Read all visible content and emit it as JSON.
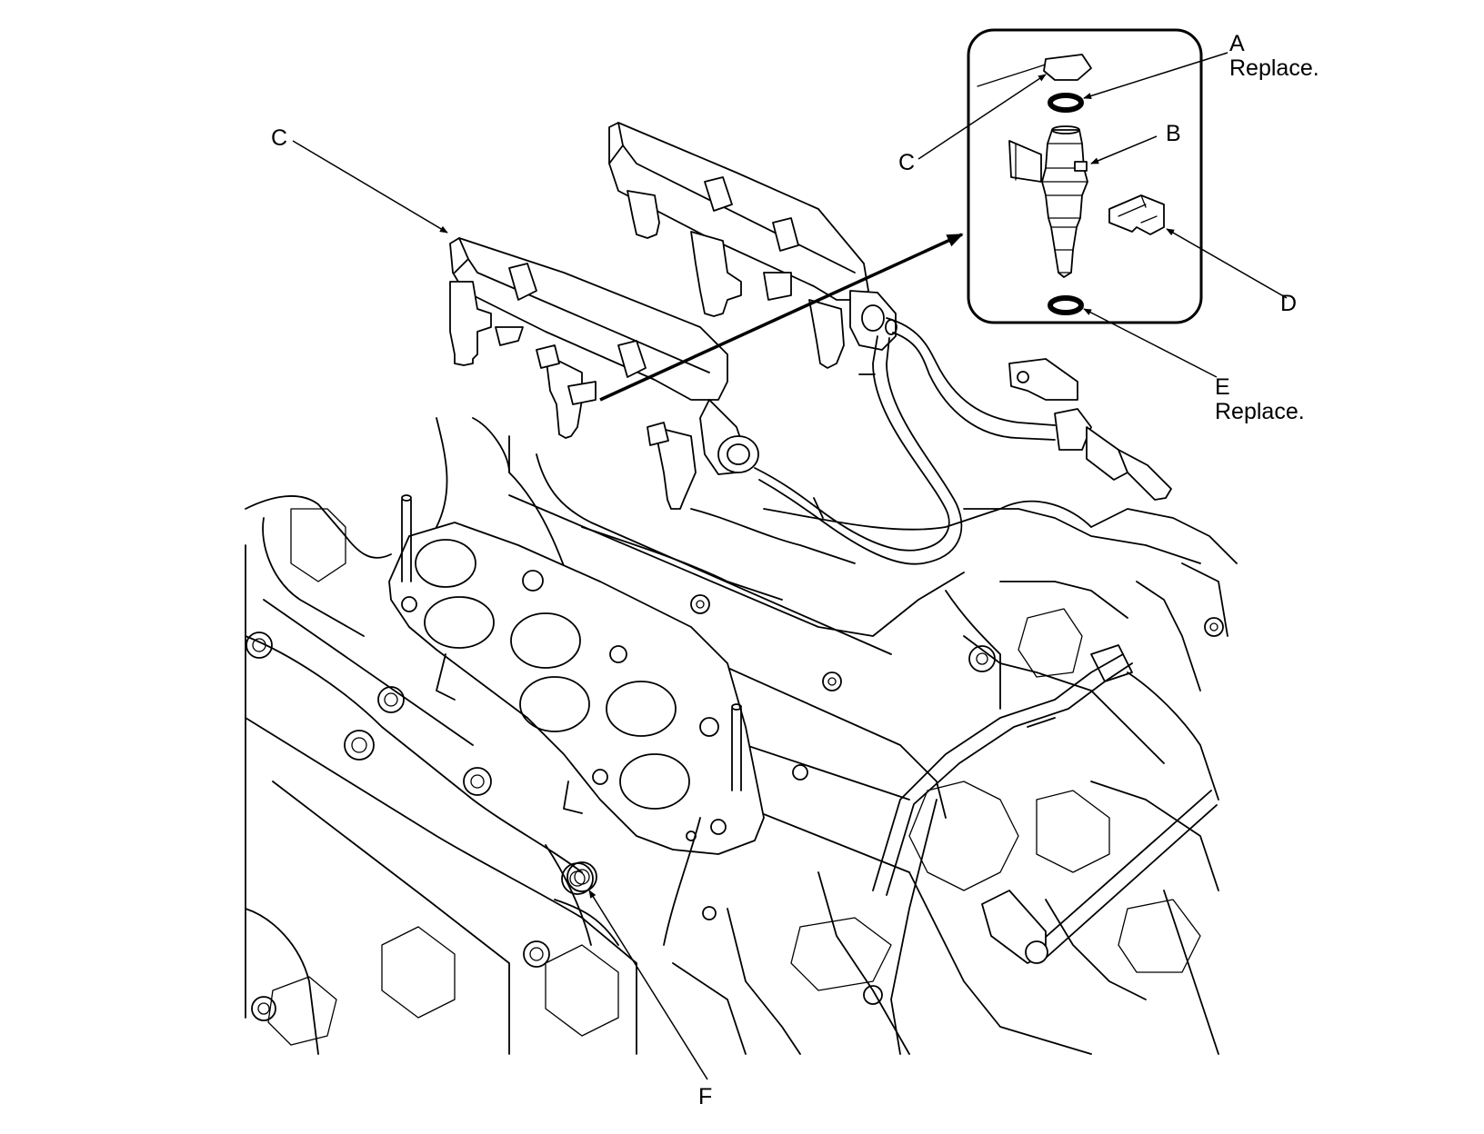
{
  "callouts": {
    "a_letter": "A",
    "a_note": "Replace.",
    "b_letter": "B",
    "c_main": "C",
    "c_inset": "C",
    "d_letter": "D",
    "e_letter": "E",
    "e_note": "Replace.",
    "f_letter": "F"
  },
  "colors": {
    "line": "#000000",
    "background": "#ffffff"
  }
}
